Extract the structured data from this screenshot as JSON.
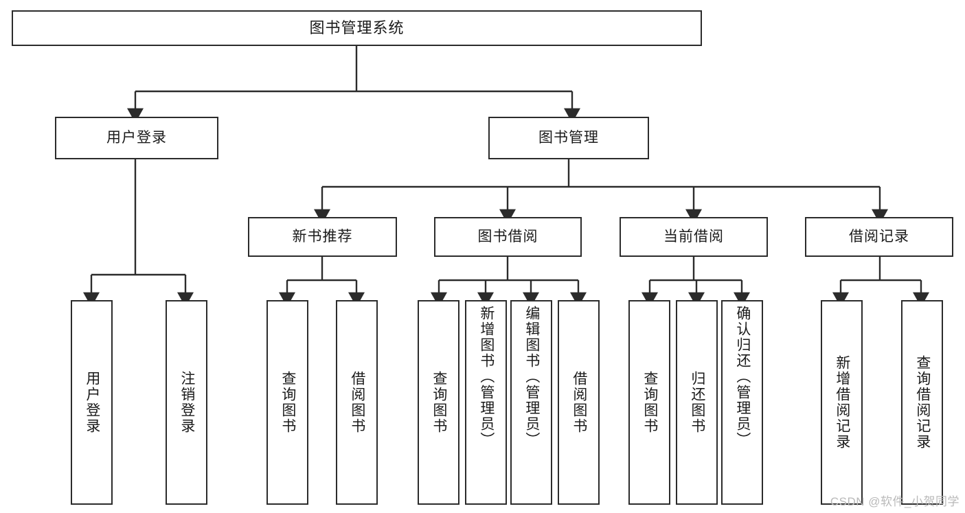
{
  "diagram": {
    "type": "tree-hierarchy",
    "root": {
      "label": "图书管理系统"
    },
    "level1": [
      {
        "label": "用户登录"
      },
      {
        "label": "图书管理"
      }
    ],
    "level2": [
      {
        "label": "新书推荐"
      },
      {
        "label": "图书借阅"
      },
      {
        "label": "当前借阅"
      },
      {
        "label": "借阅记录"
      }
    ],
    "leaves": {
      "user_login": [
        {
          "label": "用户登录"
        },
        {
          "label": "注销登录"
        }
      ],
      "new_book_recommend": [
        {
          "label": "查询图书"
        },
        {
          "label": "借阅图书"
        }
      ],
      "book_borrow": [
        {
          "label": "查询图书"
        },
        {
          "label": "新增图书（管理员）"
        },
        {
          "label": "编辑图书（管理员）"
        },
        {
          "label": "借阅图书"
        }
      ],
      "current_borrow": [
        {
          "label": "查询图书"
        },
        {
          "label": "归还图书"
        },
        {
          "label": "确认归还（管理员）"
        }
      ],
      "borrow_record": [
        {
          "label": "新增借阅记录"
        },
        {
          "label": "查询借阅记录"
        }
      ]
    }
  },
  "watermark": {
    "text": "CSDN @软件_小贺同学"
  },
  "colors": {
    "border": "#2b2b2b",
    "text": "#1a1a1a",
    "background": "#ffffff",
    "watermark": "#b9b9b9"
  }
}
